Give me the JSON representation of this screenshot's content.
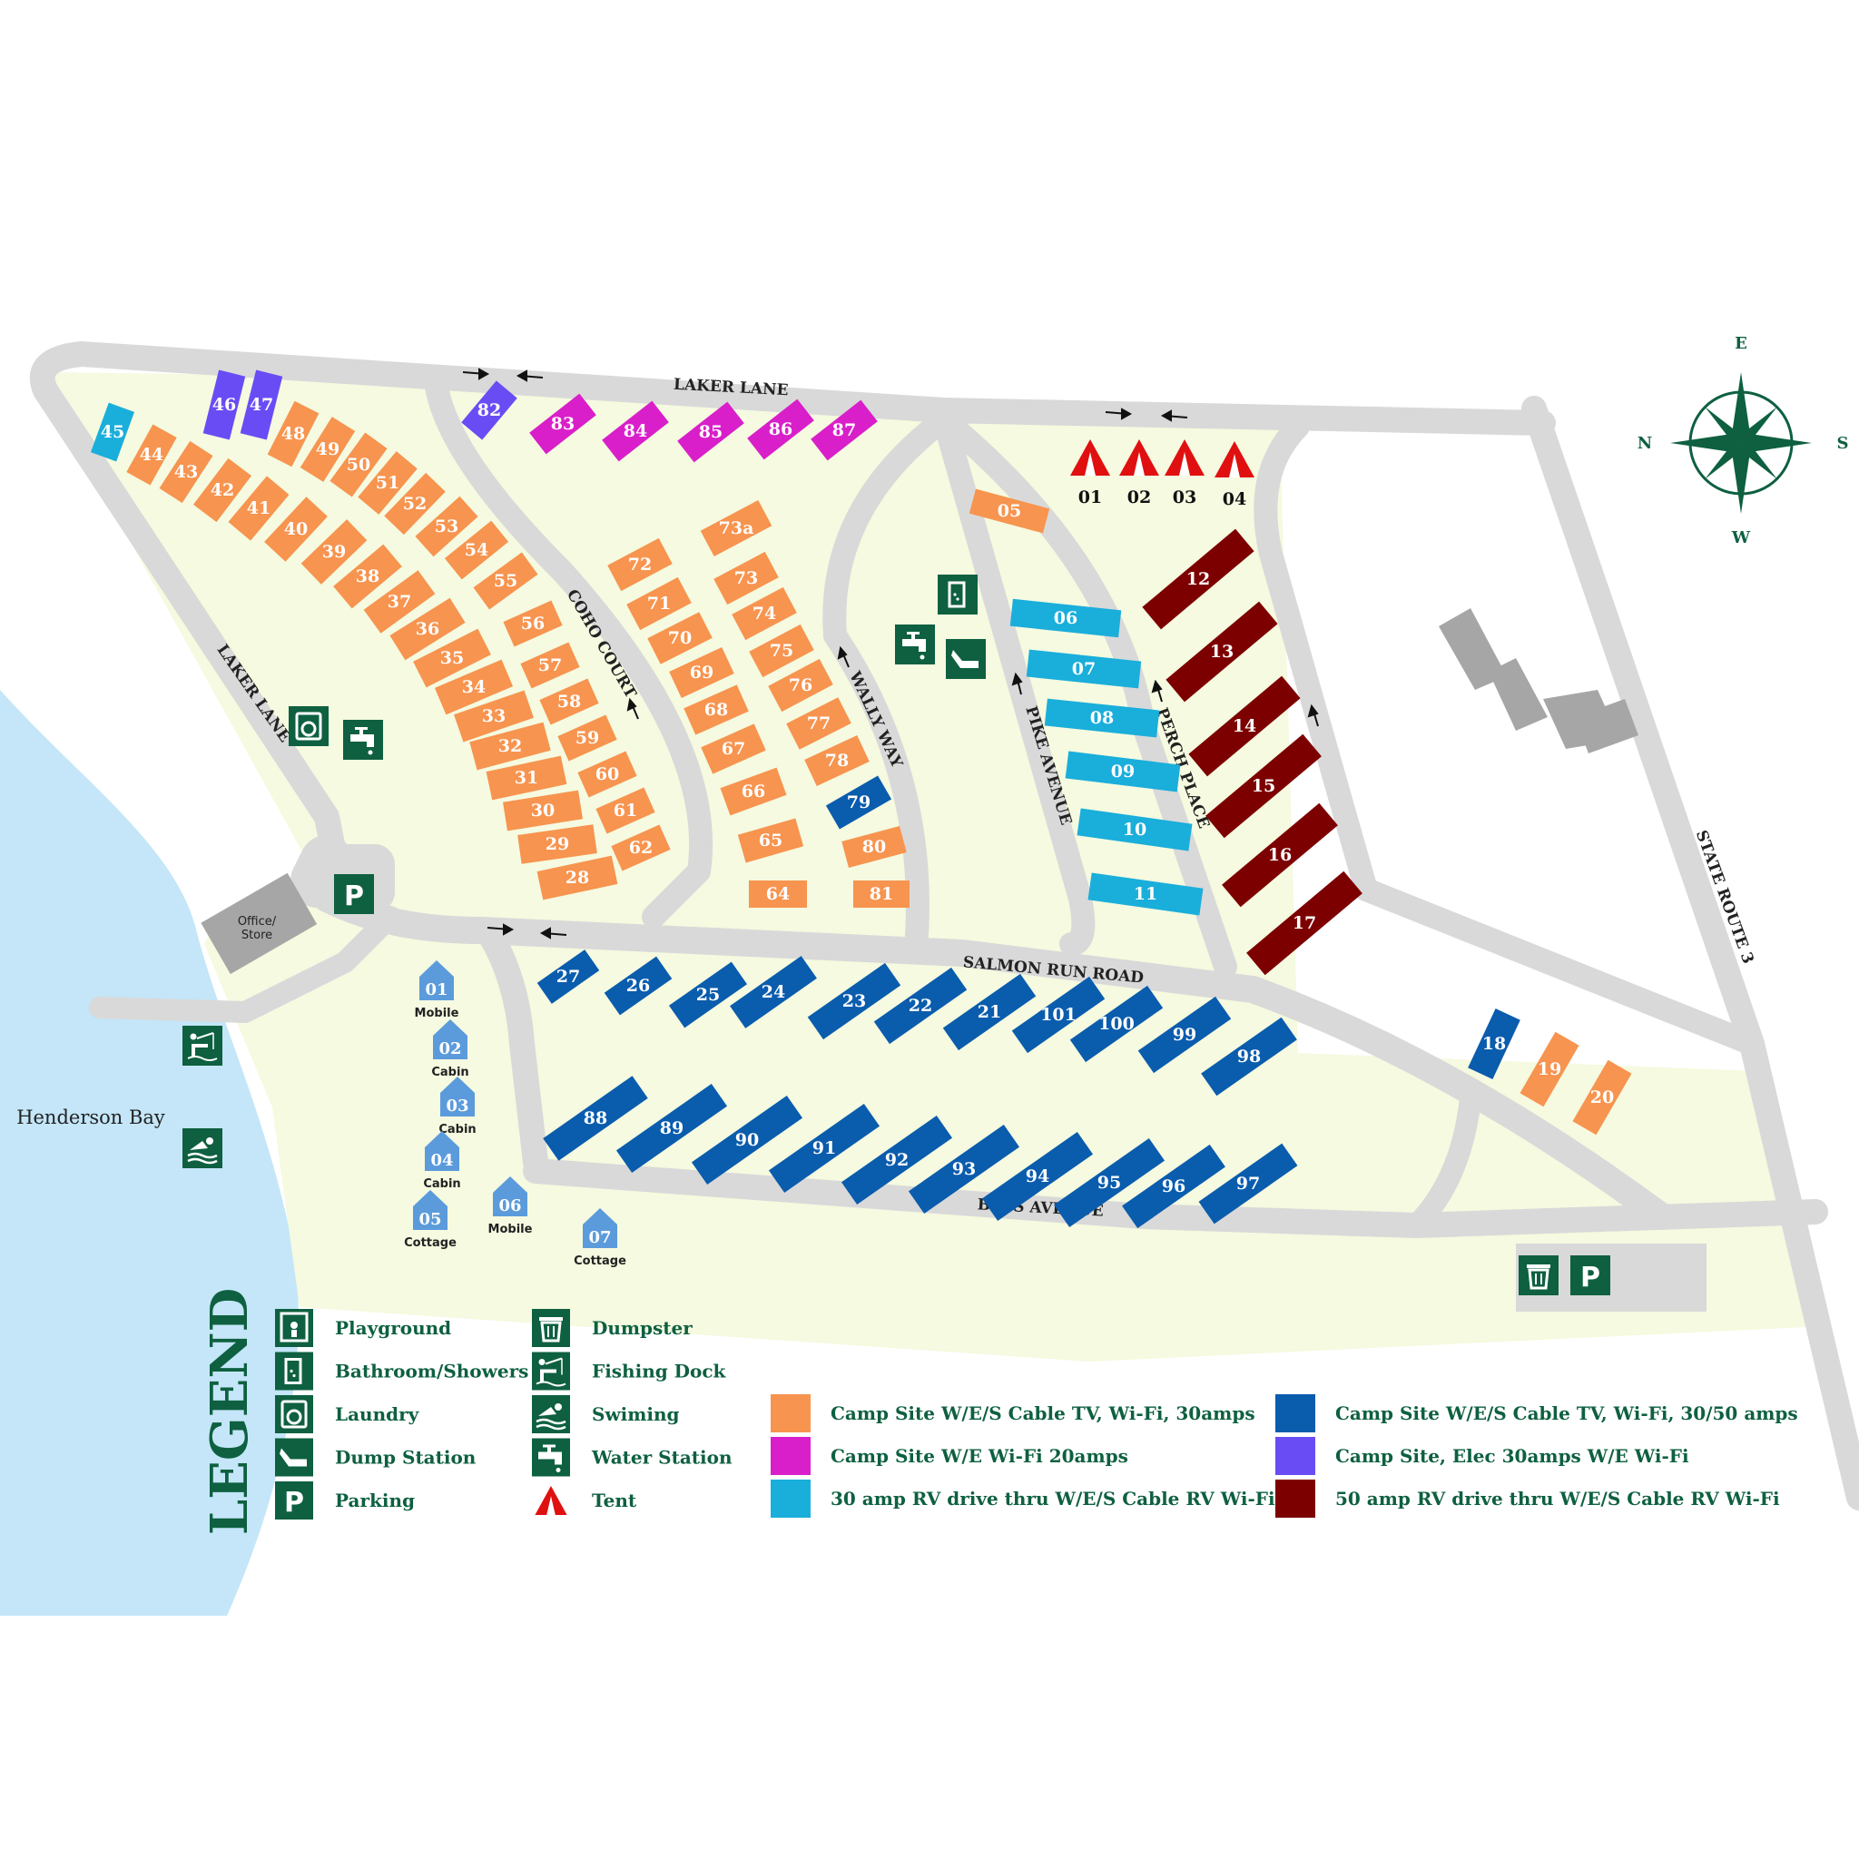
{
  "roads": {
    "laker_lane_top": "LAKER LANE",
    "laker_lane_left": "LAKER LANE",
    "coho_court": "COHO COURT",
    "wally_way": "WALLY WAY",
    "pike_avenue": "PIKE AVENUE",
    "perch_place": "PERCH PLACE",
    "salmon_run_road": "SALMON RUN ROAD",
    "bass_avenue": "BASS AVENUE",
    "state_route_3": "STATE ROUTE 3"
  },
  "places": {
    "henderson_bay": "Henderson Bay",
    "office_line1": "Office/",
    "office_line2": "Store"
  },
  "compass": {
    "n": "N",
    "e": "E",
    "s": "S",
    "w": "W"
  },
  "colors": {
    "orange": "#f7944f",
    "magenta": "#d91fc9",
    "cyan": "#1aaedb",
    "blue": "#0a5cad",
    "purple": "#6a4cf5",
    "maroon": "#7d0000",
    "green": "#0e6040",
    "grass": "#f5fae0",
    "water": "#c4e6f8",
    "road": "#d9d9d9",
    "lodging": "#5b9bdb",
    "tent": "#e01010"
  },
  "sites": [
    {
      "label": "45",
      "type": "cyan"
    },
    {
      "label": "44",
      "type": "orange"
    },
    {
      "label": "43",
      "type": "orange"
    },
    {
      "label": "42",
      "type": "orange"
    },
    {
      "label": "41",
      "type": "orange"
    },
    {
      "label": "40",
      "type": "orange"
    },
    {
      "label": "39",
      "type": "orange"
    },
    {
      "label": "38",
      "type": "orange"
    },
    {
      "label": "37",
      "type": "orange"
    },
    {
      "label": "36",
      "type": "orange"
    },
    {
      "label": "35",
      "type": "orange"
    },
    {
      "label": "34",
      "type": "orange"
    },
    {
      "label": "33",
      "type": "orange"
    },
    {
      "label": "32",
      "type": "orange"
    },
    {
      "label": "31",
      "type": "orange"
    },
    {
      "label": "30",
      "type": "orange"
    },
    {
      "label": "29",
      "type": "orange"
    },
    {
      "label": "28",
      "type": "orange"
    },
    {
      "label": "46",
      "type": "purple"
    },
    {
      "label": "47",
      "type": "purple"
    },
    {
      "label": "48",
      "type": "orange"
    },
    {
      "label": "49",
      "type": "orange"
    },
    {
      "label": "50",
      "type": "orange"
    },
    {
      "label": "51",
      "type": "orange"
    },
    {
      "label": "52",
      "type": "orange"
    },
    {
      "label": "53",
      "type": "orange"
    },
    {
      "label": "54",
      "type": "orange"
    },
    {
      "label": "55",
      "type": "orange"
    },
    {
      "label": "56",
      "type": "orange"
    },
    {
      "label": "57",
      "type": "orange"
    },
    {
      "label": "58",
      "type": "orange"
    },
    {
      "label": "59",
      "type": "orange"
    },
    {
      "label": "60",
      "type": "orange"
    },
    {
      "label": "61",
      "type": "orange"
    },
    {
      "label": "62",
      "type": "orange"
    },
    {
      "label": "72",
      "type": "orange"
    },
    {
      "label": "71",
      "type": "orange"
    },
    {
      "label": "70",
      "type": "orange"
    },
    {
      "label": "69",
      "type": "orange"
    },
    {
      "label": "68",
      "type": "orange"
    },
    {
      "label": "67",
      "type": "orange"
    },
    {
      "label": "66",
      "type": "orange"
    },
    {
      "label": "65",
      "type": "orange"
    },
    {
      "label": "64",
      "type": "orange"
    },
    {
      "label": "73a",
      "type": "orange"
    },
    {
      "label": "73",
      "type": "orange"
    },
    {
      "label": "74",
      "type": "orange"
    },
    {
      "label": "75",
      "type": "orange"
    },
    {
      "label": "76",
      "type": "orange"
    },
    {
      "label": "77",
      "type": "orange"
    },
    {
      "label": "78",
      "type": "orange"
    },
    {
      "label": "79",
      "type": "blue"
    },
    {
      "label": "80",
      "type": "orange"
    },
    {
      "label": "81",
      "type": "orange"
    },
    {
      "label": "82",
      "type": "purple"
    },
    {
      "label": "83",
      "type": "magenta"
    },
    {
      "label": "84",
      "type": "magenta"
    },
    {
      "label": "85",
      "type": "magenta"
    },
    {
      "label": "86",
      "type": "magenta"
    },
    {
      "label": "87",
      "type": "magenta"
    },
    {
      "label": "05",
      "type": "orange"
    },
    {
      "label": "06",
      "type": "cyan"
    },
    {
      "label": "07",
      "type": "cyan"
    },
    {
      "label": "08",
      "type": "cyan"
    },
    {
      "label": "09",
      "type": "cyan"
    },
    {
      "label": "10",
      "type": "cyan"
    },
    {
      "label": "11",
      "type": "cyan"
    },
    {
      "label": "12",
      "type": "maroon"
    },
    {
      "label": "13",
      "type": "maroon"
    },
    {
      "label": "14",
      "type": "maroon"
    },
    {
      "label": "15",
      "type": "maroon"
    },
    {
      "label": "16",
      "type": "maroon"
    },
    {
      "label": "17",
      "type": "maroon"
    },
    {
      "label": "27",
      "type": "blue"
    },
    {
      "label": "26",
      "type": "blue"
    },
    {
      "label": "25",
      "type": "blue"
    },
    {
      "label": "24",
      "type": "blue"
    },
    {
      "label": "23",
      "type": "blue"
    },
    {
      "label": "22",
      "type": "blue"
    },
    {
      "label": "21",
      "type": "blue"
    },
    {
      "label": "101",
      "type": "blue"
    },
    {
      "label": "100",
      "type": "blue"
    },
    {
      "label": "99",
      "type": "blue"
    },
    {
      "label": "98",
      "type": "blue"
    },
    {
      "label": "88",
      "type": "blue"
    },
    {
      "label": "89",
      "type": "blue"
    },
    {
      "label": "90",
      "type": "blue"
    },
    {
      "label": "91",
      "type": "blue"
    },
    {
      "label": "92",
      "type": "blue"
    },
    {
      "label": "93",
      "type": "blue"
    },
    {
      "label": "94",
      "type": "blue"
    },
    {
      "label": "95",
      "type": "blue"
    },
    {
      "label": "96",
      "type": "blue"
    },
    {
      "label": "97",
      "type": "blue"
    },
    {
      "label": "18",
      "type": "blue"
    },
    {
      "label": "19",
      "type": "orange"
    },
    {
      "label": "20",
      "type": "orange"
    }
  ],
  "tents": [
    "01",
    "02",
    "03",
    "04"
  ],
  "lodging": [
    {
      "num": "01",
      "type": "Mobile"
    },
    {
      "num": "02",
      "type": "Cabin"
    },
    {
      "num": "03",
      "type": "Cabin"
    },
    {
      "num": "04",
      "type": "Cabin"
    },
    {
      "num": "05",
      "type": "Cottage"
    },
    {
      "num": "06",
      "type": "Mobile"
    },
    {
      "num": "07",
      "type": "Cottage"
    }
  ],
  "amenities": [
    {
      "icon": "bathroom-icon"
    },
    {
      "icon": "water-station-icon"
    },
    {
      "icon": "dump-station-icon"
    },
    {
      "icon": "laundry-icon"
    },
    {
      "icon": "water-station-icon"
    },
    {
      "icon": "parking-icon"
    },
    {
      "icon": "fishing-dock-icon"
    },
    {
      "icon": "swimming-icon"
    },
    {
      "icon": "dumpster-icon"
    },
    {
      "icon": "parking-icon"
    }
  ],
  "legend": {
    "title": "LEGEND",
    "amenities": [
      {
        "label": "Playground",
        "icon": "playground-icon"
      },
      {
        "label": "Bathroom/Showers",
        "icon": "bathroom-icon"
      },
      {
        "label": "Laundry",
        "icon": "laundry-icon"
      },
      {
        "label": "Dump Station",
        "icon": "dump-station-icon"
      },
      {
        "label": "Parking",
        "icon": "parking-icon"
      },
      {
        "label": "Dumpster",
        "icon": "dumpster-icon"
      },
      {
        "label": "Fishing Dock",
        "icon": "fishing-dock-icon"
      },
      {
        "label": "Swiming",
        "icon": "swimming-icon"
      },
      {
        "label": "Water Station",
        "icon": "water-station-icon"
      },
      {
        "label": "Tent",
        "icon": "tent-icon"
      }
    ],
    "site_types": [
      {
        "label": "Camp Site W/E/S Cable TV, Wi-Fi, 30amps",
        "type": "orange"
      },
      {
        "label": "Camp Site W/E Wi-Fi 20amps",
        "type": "magenta"
      },
      {
        "label": "30 amp RV drive thru W/E/S Cable RV Wi-Fi",
        "type": "cyan"
      },
      {
        "label": "Camp Site W/E/S Cable TV, Wi-Fi, 30/50 amps",
        "type": "blue"
      },
      {
        "label": "Camp Site, Elec 30amps W/E Wi-Fi",
        "type": "purple"
      },
      {
        "label": "50 amp RV drive thru W/E/S Cable RV Wi-Fi",
        "type": "maroon"
      }
    ]
  }
}
